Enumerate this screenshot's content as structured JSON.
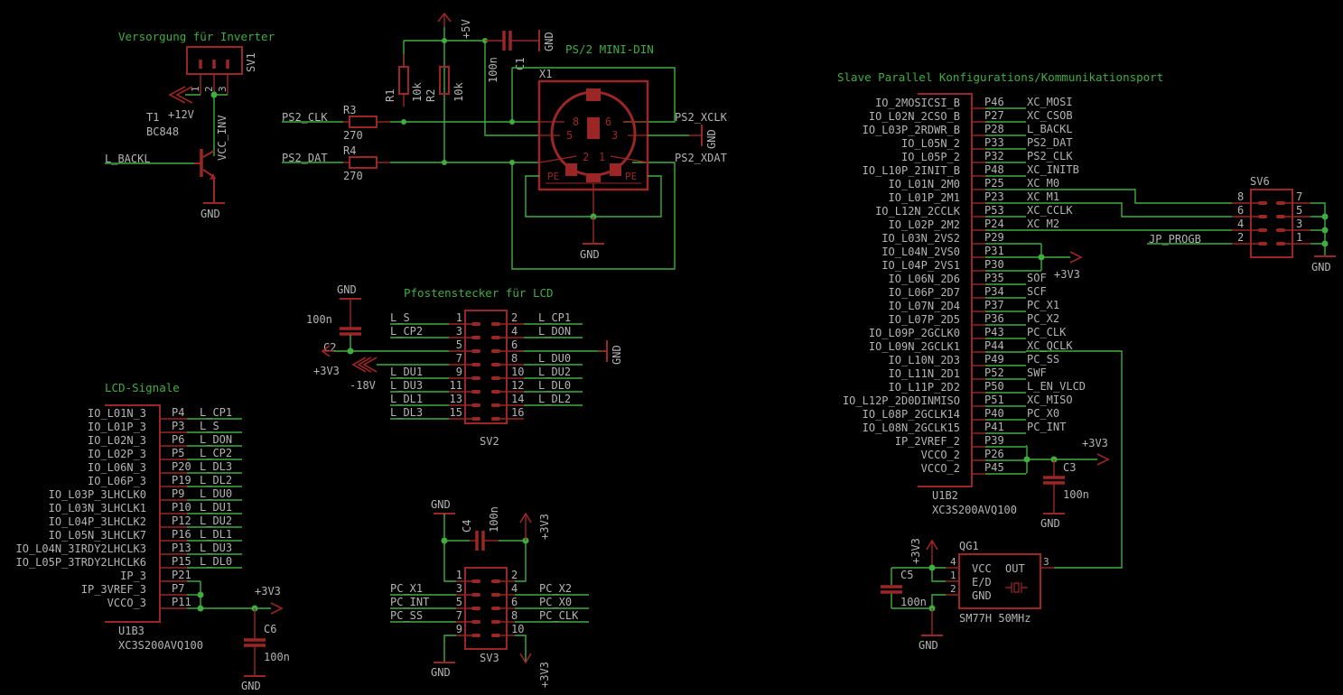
{
  "titles": {
    "inverter": "Versorgung für Inverter",
    "ps2": "PS/2 MINI-DIN",
    "slave": "Slave Parallel Konfigurations/Kommunikationsport",
    "lcd_header": "Pfostenstecker für LCD",
    "lcd_signals": "LCD-Signale"
  },
  "inverter": {
    "connector": "SV1",
    "pins": [
      "1",
      "2",
      "3"
    ],
    "supply": "+12V",
    "net": "VCC_INV",
    "transistor": {
      "name": "T1",
      "value": "BC848"
    },
    "base_net": "L_BACKL",
    "gnd": "GND"
  },
  "ps2": {
    "supply": "+5V",
    "c1": {
      "name": "C1",
      "value": "100n"
    },
    "gnd_c1": "GND",
    "r1": {
      "name": "R1",
      "value": "10k"
    },
    "r2": {
      "name": "R2",
      "value": "10k"
    },
    "r3": {
      "name": "R3",
      "value": "270"
    },
    "r4": {
      "name": "R4",
      "value": "270"
    },
    "clk_net": "PS2_CLK",
    "dat_net": "PS2_DAT",
    "connector": "X1",
    "xclk": "PS2_XCLK",
    "xdat": "PS2_XDAT",
    "gnd_right": "GND",
    "gnd_bottom": "GND",
    "din_pins": [
      "8",
      "6",
      "5",
      "3",
      "2",
      "1"
    ],
    "pe": [
      "PE",
      "PE"
    ]
  },
  "u1b2": {
    "name": "U1B2",
    "part": "XC3S200AVQ100",
    "pins": [
      {
        "fn": "IO_2MOSICSI_B",
        "pin": "P46",
        "net": "XC_MOSI"
      },
      {
        "fn": "IO_L02N_2CSO_B",
        "pin": "P27",
        "net": "XC_CSOB"
      },
      {
        "fn": "IO_L03P_2RDWR_B",
        "pin": "P28",
        "net": "L_BACKL"
      },
      {
        "fn": "IO_L05N_2",
        "pin": "P33",
        "net": "PS2_DAT"
      },
      {
        "fn": "IO_L05P_2",
        "pin": "P32",
        "net": "PS2_CLK"
      },
      {
        "fn": "IO_L10P_2INIT_B",
        "pin": "P48",
        "net": "XC_INITB"
      },
      {
        "fn": "IO_L01N_2M0",
        "pin": "P25",
        "net": "XC_M0"
      },
      {
        "fn": "IO_L01P_2M1",
        "pin": "P23",
        "net": "XC_M1"
      },
      {
        "fn": "IO_L12N_2CCLK",
        "pin": "P53",
        "net": "XC_CCLK"
      },
      {
        "fn": "IO_L02P_2M2",
        "pin": "P24",
        "net": "XC_M2"
      },
      {
        "fn": "IO_L03N_2VS2",
        "pin": "P29",
        "net": ""
      },
      {
        "fn": "IO_L04N_2VS0",
        "pin": "P31",
        "net": ""
      },
      {
        "fn": "IO_L04P_2VS1",
        "pin": "P30",
        "net": ""
      },
      {
        "fn": "IO_L06N_2D6",
        "pin": "P35",
        "net": "SOF"
      },
      {
        "fn": "IO_L06P_2D7",
        "pin": "P34",
        "net": "SCF"
      },
      {
        "fn": "IO_L07N_2D4",
        "pin": "P37",
        "net": "PC_X1"
      },
      {
        "fn": "IO_L07P_2D5",
        "pin": "P36",
        "net": "PC_X2"
      },
      {
        "fn": "IO_L09P_2GCLK0",
        "pin": "P43",
        "net": "PC_CLK"
      },
      {
        "fn": "IO_L09N_2GCLK1",
        "pin": "P44",
        "net": "XC_QCLK"
      },
      {
        "fn": "IO_L10N_2D3",
        "pin": "P49",
        "net": "PC_SS"
      },
      {
        "fn": "IO_L11N_2D1",
        "pin": "P52",
        "net": "SWF"
      },
      {
        "fn": "IO_L11P_2D2",
        "pin": "P50",
        "net": "L_EN_VLCD"
      },
      {
        "fn": "IO_L12P_2D0DINMISO",
        "pin": "P51",
        "net": "XC_MISO"
      },
      {
        "fn": "IO_L08P_2GCLK14",
        "pin": "P40",
        "net": "PC_X0"
      },
      {
        "fn": "IO_L08N_2GCLK15",
        "pin": "P41",
        "net": "PC_INT"
      },
      {
        "fn": "IP_2VREF_2",
        "pin": "P39",
        "net": ""
      },
      {
        "fn": "VCCO_2",
        "pin": "P26",
        "net": ""
      },
      {
        "fn": "VCCO_2",
        "pin": "P45",
        "net": ""
      }
    ],
    "vs_supply": "+3V3",
    "vcc_supply": "+3V3",
    "c3": {
      "name": "C3",
      "value": "100n"
    },
    "gnd": "GND"
  },
  "sv6": {
    "name": "SV6",
    "left_pins": [
      "8",
      "6",
      "4",
      "2"
    ],
    "right_pins": [
      "7",
      "5",
      "3",
      "1"
    ],
    "net_jp": "JP_PROGB",
    "gnd": "GND"
  },
  "qg1": {
    "name": "QG1",
    "part": "SM77H 50MHz",
    "pins": {
      "vcc": "VCC",
      "ed": "E/D",
      "gnd": "GND",
      "out": "OUT"
    },
    "pin_nums": [
      "4",
      "1",
      "2",
      "3"
    ],
    "supply": "+3V3",
    "c5": {
      "name": "C5",
      "value": "100n"
    },
    "gnd": "GND"
  },
  "sv2": {
    "name": "SV2",
    "c2": {
      "name": "C2",
      "value": "100n"
    },
    "gnd_top": "GND",
    "gnd_right": "GND",
    "supply_3v3": "+3V3",
    "supply_18v": "-18V",
    "left": [
      {
        "net": "L_S",
        "pin": "1"
      },
      {
        "net": "L_CP2",
        "pin": "3"
      },
      {
        "net": "",
        "pin": "5"
      },
      {
        "net": "",
        "pin": "7"
      },
      {
        "net": "L_DU1",
        "pin": "9"
      },
      {
        "net": "L_DU3",
        "pin": "11"
      },
      {
        "net": "L_DL1",
        "pin": "13"
      },
      {
        "net": "L_DL3",
        "pin": "15"
      }
    ],
    "right": [
      {
        "net": "L_CP1",
        "pin": "2"
      },
      {
        "net": "L_DON",
        "pin": "4"
      },
      {
        "net": "",
        "pin": "6"
      },
      {
        "net": "L_DU0",
        "pin": "8"
      },
      {
        "net": "L_DU2",
        "pin": "10"
      },
      {
        "net": "L_DL0",
        "pin": "12"
      },
      {
        "net": "L_DL2",
        "pin": "14"
      },
      {
        "net": "",
        "pin": "16"
      }
    ]
  },
  "u1b3": {
    "name": "U1B3",
    "part": "XC3S200AVQ100",
    "pins": [
      {
        "fn": "IO_L01N_3",
        "pin": "P4",
        "net": "L_CP1"
      },
      {
        "fn": "IO_L01P_3",
        "pin": "P3",
        "net": "L_S"
      },
      {
        "fn": "IO_L02N_3",
        "pin": "P6",
        "net": "L_DON"
      },
      {
        "fn": "IO_L02P_3",
        "pin": "P5",
        "net": "L_CP2"
      },
      {
        "fn": "IO_L06N_3",
        "pin": "P20",
        "net": "L_DL3"
      },
      {
        "fn": "IO_L06P_3",
        "pin": "P19",
        "net": "L_DL2"
      },
      {
        "fn": "IO_L03P_3LHCLK0",
        "pin": "P9",
        "net": "L_DU0"
      },
      {
        "fn": "IO_L03N_3LHCLK1",
        "pin": "P10",
        "net": "L_DU1"
      },
      {
        "fn": "IO_L04P_3LHCLK2",
        "pin": "P12",
        "net": "L_DU2"
      },
      {
        "fn": "IO_L05N_3LHCLK7",
        "pin": "P16",
        "net": "L_DL1"
      },
      {
        "fn": "IO_L04N_3IRDY2LHCLK3",
        "pin": "P13",
        "net": "L_DU3"
      },
      {
        "fn": "IO_L05P_3TRDY2LHCLK6",
        "pin": "P15",
        "net": "L_DL0"
      },
      {
        "fn": "IP_3",
        "pin": "P21",
        "net": ""
      },
      {
        "fn": "IP_3VREF_3",
        "pin": "P7",
        "net": ""
      },
      {
        "fn": "VCCO_3",
        "pin": "P11",
        "net": ""
      }
    ],
    "supply": "+3V3",
    "c6": {
      "name": "C6",
      "value": "100n"
    },
    "gnd": "GND"
  },
  "sv3": {
    "name": "SV3",
    "c4": {
      "name": "C4",
      "value": "100n"
    },
    "gnd_top": "GND",
    "gnd_bottom": "GND",
    "supply_top": "+3V3",
    "supply_bottom": "+3V3",
    "left": [
      {
        "net": "",
        "pin": "1"
      },
      {
        "net": "PC_X1",
        "pin": "3"
      },
      {
        "net": "PC_INT",
        "pin": "5"
      },
      {
        "net": "PC_SS",
        "pin": "7"
      },
      {
        "net": "",
        "pin": "9"
      }
    ],
    "right": [
      {
        "net": "",
        "pin": "2"
      },
      {
        "net": "PC_X2",
        "pin": "4"
      },
      {
        "net": "PC_X0",
        "pin": "6"
      },
      {
        "net": "PC_CLK",
        "pin": "8"
      },
      {
        "net": "",
        "pin": "10"
      }
    ]
  }
}
